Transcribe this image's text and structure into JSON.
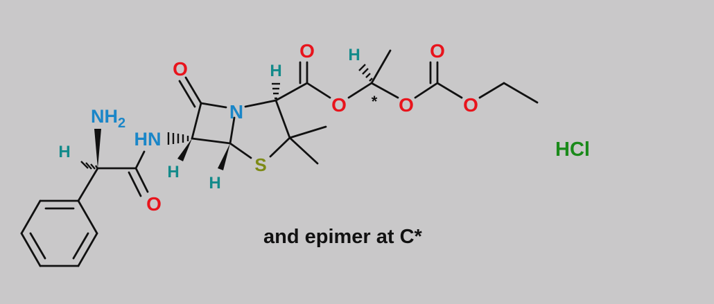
{
  "colors": {
    "background": "#c9c8c9",
    "bond": "#111111",
    "oxygen": "#e8141c",
    "nitrogen": "#1a86c8",
    "hydrogen": "#138a8a",
    "sulfur": "#7d8a16",
    "salt": "#1a8a1a",
    "caption": "#111111"
  },
  "atoms": {
    "o_lactam": "O",
    "n_ring": "N",
    "h_c5": "H",
    "o_carbonyl": "O",
    "o_ester": "O",
    "h_chiral": "H",
    "stereo_mark": "*",
    "o_carbonate_top": "O",
    "o_carbonate_left": "O",
    "o_carbonate_right": "O",
    "s_ring": "S",
    "h_c6": "H",
    "h_c3": "H",
    "nh2": "NH",
    "nh2_sub": "2",
    "hn": "HN",
    "h_alpha": "H",
    "o_amide": "O"
  },
  "salt": "HCl",
  "caption": "and epimer at C*"
}
